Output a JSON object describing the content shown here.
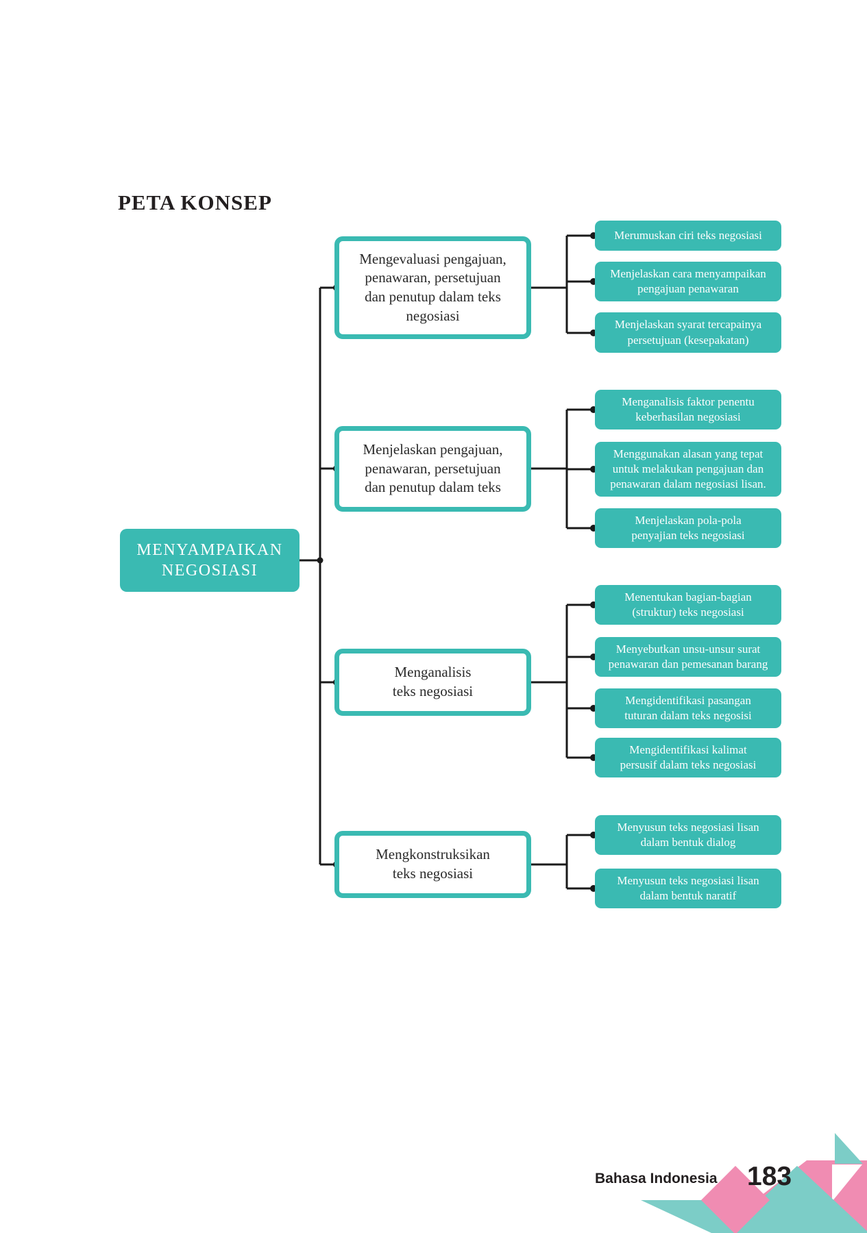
{
  "page": {
    "title": "PETA KONSEP"
  },
  "root": {
    "label": "MENYAMPAIKAN\nNEGOSIASI"
  },
  "branches": [
    {
      "label": "Mengevaluasi pengajuan,\npenawaran, persetujuan\ndan penutup dalam teks\nnegosiasi",
      "leaves": [
        "Merumuskan ciri  teks negosiasi",
        "Menjelaskan cara menyampaikan\npengajuan penawaran",
        "Menjelaskan syarat tercapainya\npersetujuan (kesepakatan)"
      ]
    },
    {
      "label": "Menjelaskan pengajuan,\npenawaran, persetujuan\ndan penutup dalam teks",
      "leaves": [
        "Menganalisis faktor penentu\nkeberhasilan negosiasi",
        "Menggunakan alasan yang tepat\nuntuk melakukan pengajuan dan\npenawaran dalam negosiasi lisan.",
        "Menjelaskan pola-pola\npenyajian teks negosiasi"
      ]
    },
    {
      "label": "Menganalisis\nteks negosiasi",
      "leaves": [
        "Menentukan bagian-bagian\n(struktur) teks negosiasi",
        "Menyebutkan unsu-unsur surat\npenawaran dan pemesanan barang",
        "Mengidentifikasi pasangan\ntuturan dalam teks negosisi",
        "Mengidentifikasi kalimat\npersusif dalam teks negosiasi"
      ]
    },
    {
      "label": "Mengkonstruksikan\nteks negosiasi",
      "leaves": [
        "Menyusun teks negosiasi lisan\ndalam bentuk dialog",
        "Menyusun teks negosiasi lisan\ndalam bentuk naratif"
      ]
    }
  ],
  "footer": {
    "book_title": "Bahasa Indonesia",
    "page_number": "183"
  },
  "colors": {
    "node_teal": "#3abab2",
    "line_black": "#1a1a1a",
    "footer_teal": "#7ccdc7",
    "footer_pink": "#f08cb2",
    "text_dark": "#231f20",
    "node_text_white": "#fdfdfd"
  }
}
